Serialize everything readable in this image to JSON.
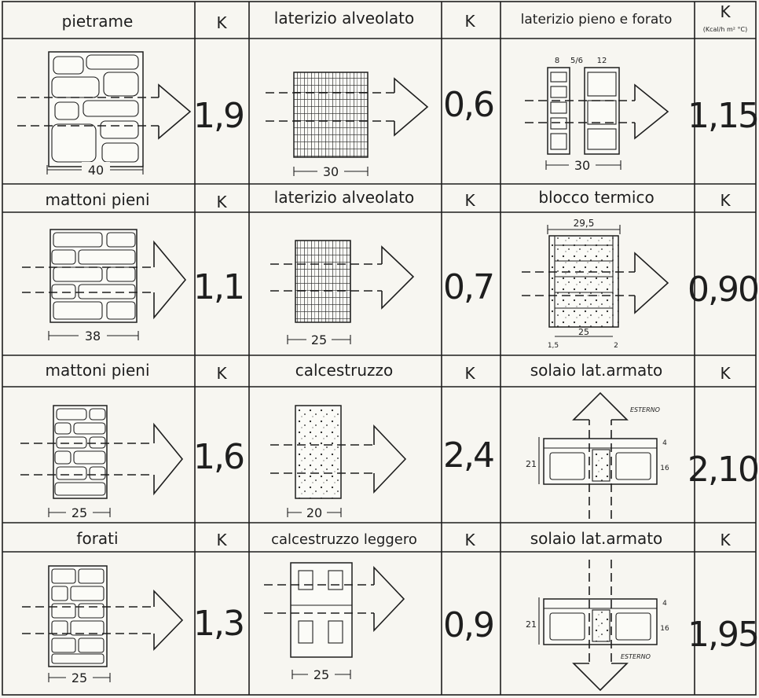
{
  "header_k": "K",
  "unit_label": "(Kcal/h m² °C)",
  "rows": [
    [
      {
        "material": "pietrame",
        "dimension": "40",
        "k": "1,9"
      },
      {
        "material": "laterizio alveolato",
        "dimension": "30",
        "k": "0,6"
      },
      {
        "material": "laterizio pieno e forato",
        "dimension": "30",
        "k": "1,15",
        "sub_dims": [
          "8",
          "5/6",
          "12"
        ]
      }
    ],
    [
      {
        "material": "mattoni pieni",
        "dimension": "38",
        "k": "1,1"
      },
      {
        "material": "laterizio alveolato",
        "dimension": "25",
        "k": "0,7"
      },
      {
        "material": "blocco termico",
        "dimension": "29,5",
        "k": "0,90",
        "sub_dims": [
          "25",
          "1,5",
          "2"
        ]
      }
    ],
    [
      {
        "material": "mattoni pieni",
        "dimension": "25",
        "k": "1,6"
      },
      {
        "material": "calcestruzzo",
        "dimension": "20",
        "k": "2,4"
      },
      {
        "material": "solaio lat.armato",
        "dimension": "21",
        "k": "2,10",
        "sub_dims": [
          "4",
          "16"
        ],
        "note": "ESTERNO"
      }
    ],
    [
      {
        "material": "forati",
        "dimension": "25",
        "k": "1,3"
      },
      {
        "material": "calcestruzzo leggero",
        "dimension": "25",
        "k": "0,9"
      },
      {
        "material": "solaio lat.armato",
        "dimension": "21",
        "k": "1,95",
        "sub_dims": [
          "4",
          "16"
        ],
        "note": "ESTERNO"
      }
    ]
  ]
}
